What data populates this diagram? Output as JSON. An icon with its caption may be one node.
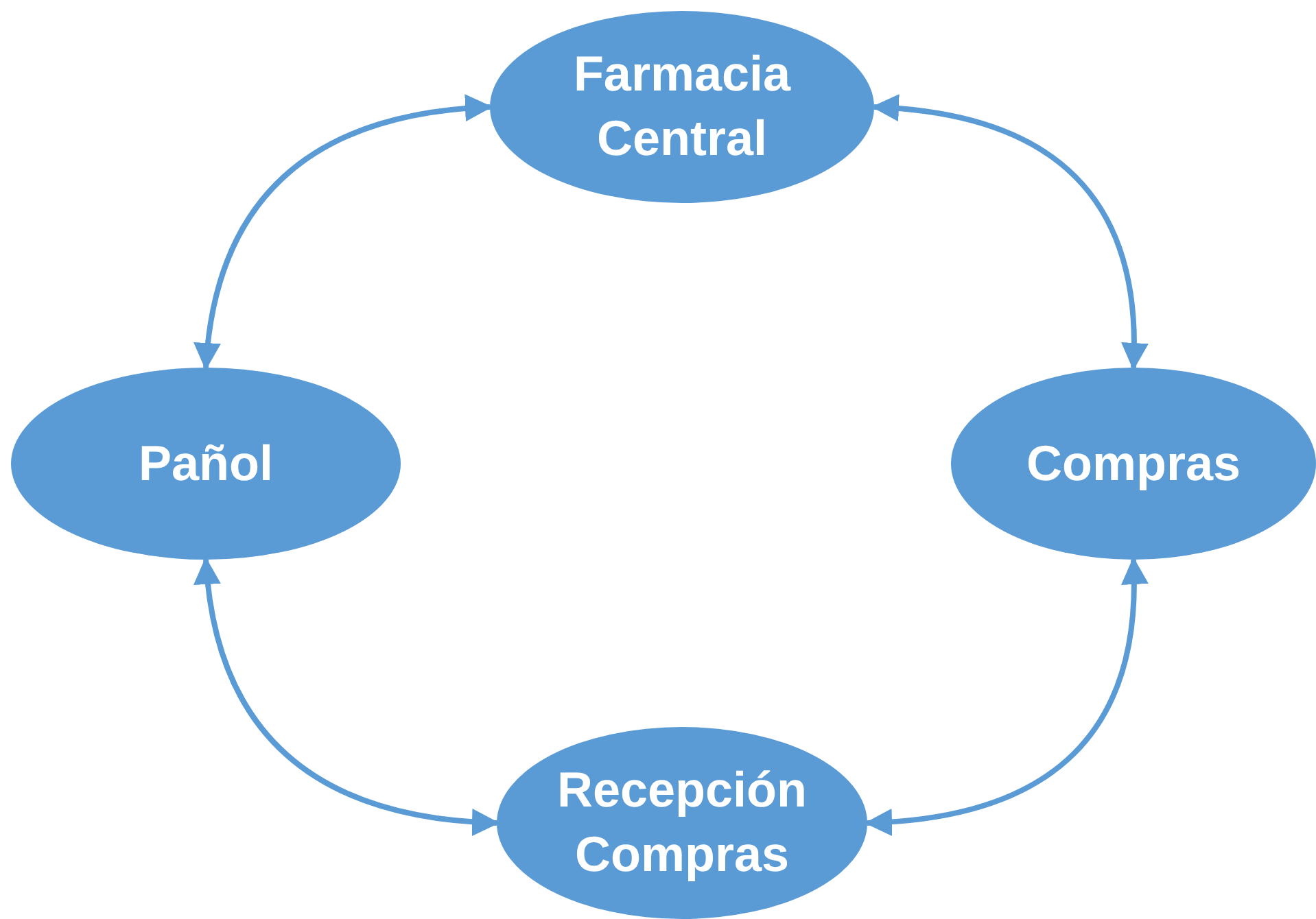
{
  "diagram": {
    "nodes": [
      {
        "text": [
          "Farmacia Central"
        ]
      },
      {
        "text": [
          "Pañol"
        ]
      },
      {
        "text": [
          "Compras"
        ]
      },
      {
        "text": [
          "Recepción Compras"
        ]
      }
    ],
    "edges": [
      {
        "from": 0,
        "to": 1,
        "arrow": "both"
      },
      {
        "from": 0,
        "to": 2,
        "arrow": "both"
      },
      {
        "from": 1,
        "to": 3,
        "arrow": "both"
      },
      {
        "from": 3,
        "to": 2,
        "arrow": "both"
      }
    ]
  }
}
